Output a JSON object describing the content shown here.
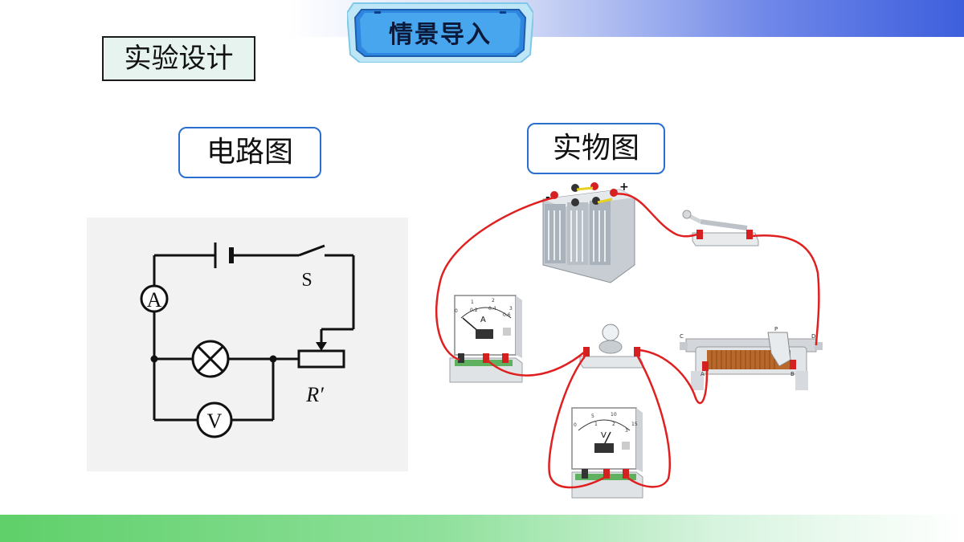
{
  "header": {
    "title": "情景导入"
  },
  "section_label": "实验设计",
  "labels": {
    "circuit_diagram": "电路图",
    "physical_diagram": "实物图"
  },
  "circuit": {
    "ammeter": "A",
    "voltmeter": "V",
    "switch": "S",
    "rheostat": "R′"
  },
  "physical": {
    "ammeter_letter": "A",
    "ammeter_scale": [
      "0",
      "1",
      "2",
      "3",
      "0.2",
      "0.4",
      "0.6"
    ],
    "voltmeter_letter": "V",
    "voltmeter_scale": [
      "0",
      "5",
      "10",
      "15",
      "1",
      "2",
      "3"
    ],
    "battery_minus": "-",
    "battery_plus": "+",
    "rheostat_terminals": [
      "C",
      "D",
      "P",
      "A",
      "B"
    ]
  },
  "colors": {
    "wire": "#e02020",
    "accent": "#2a6fcf",
    "title_bg": "#3a8fe0"
  }
}
